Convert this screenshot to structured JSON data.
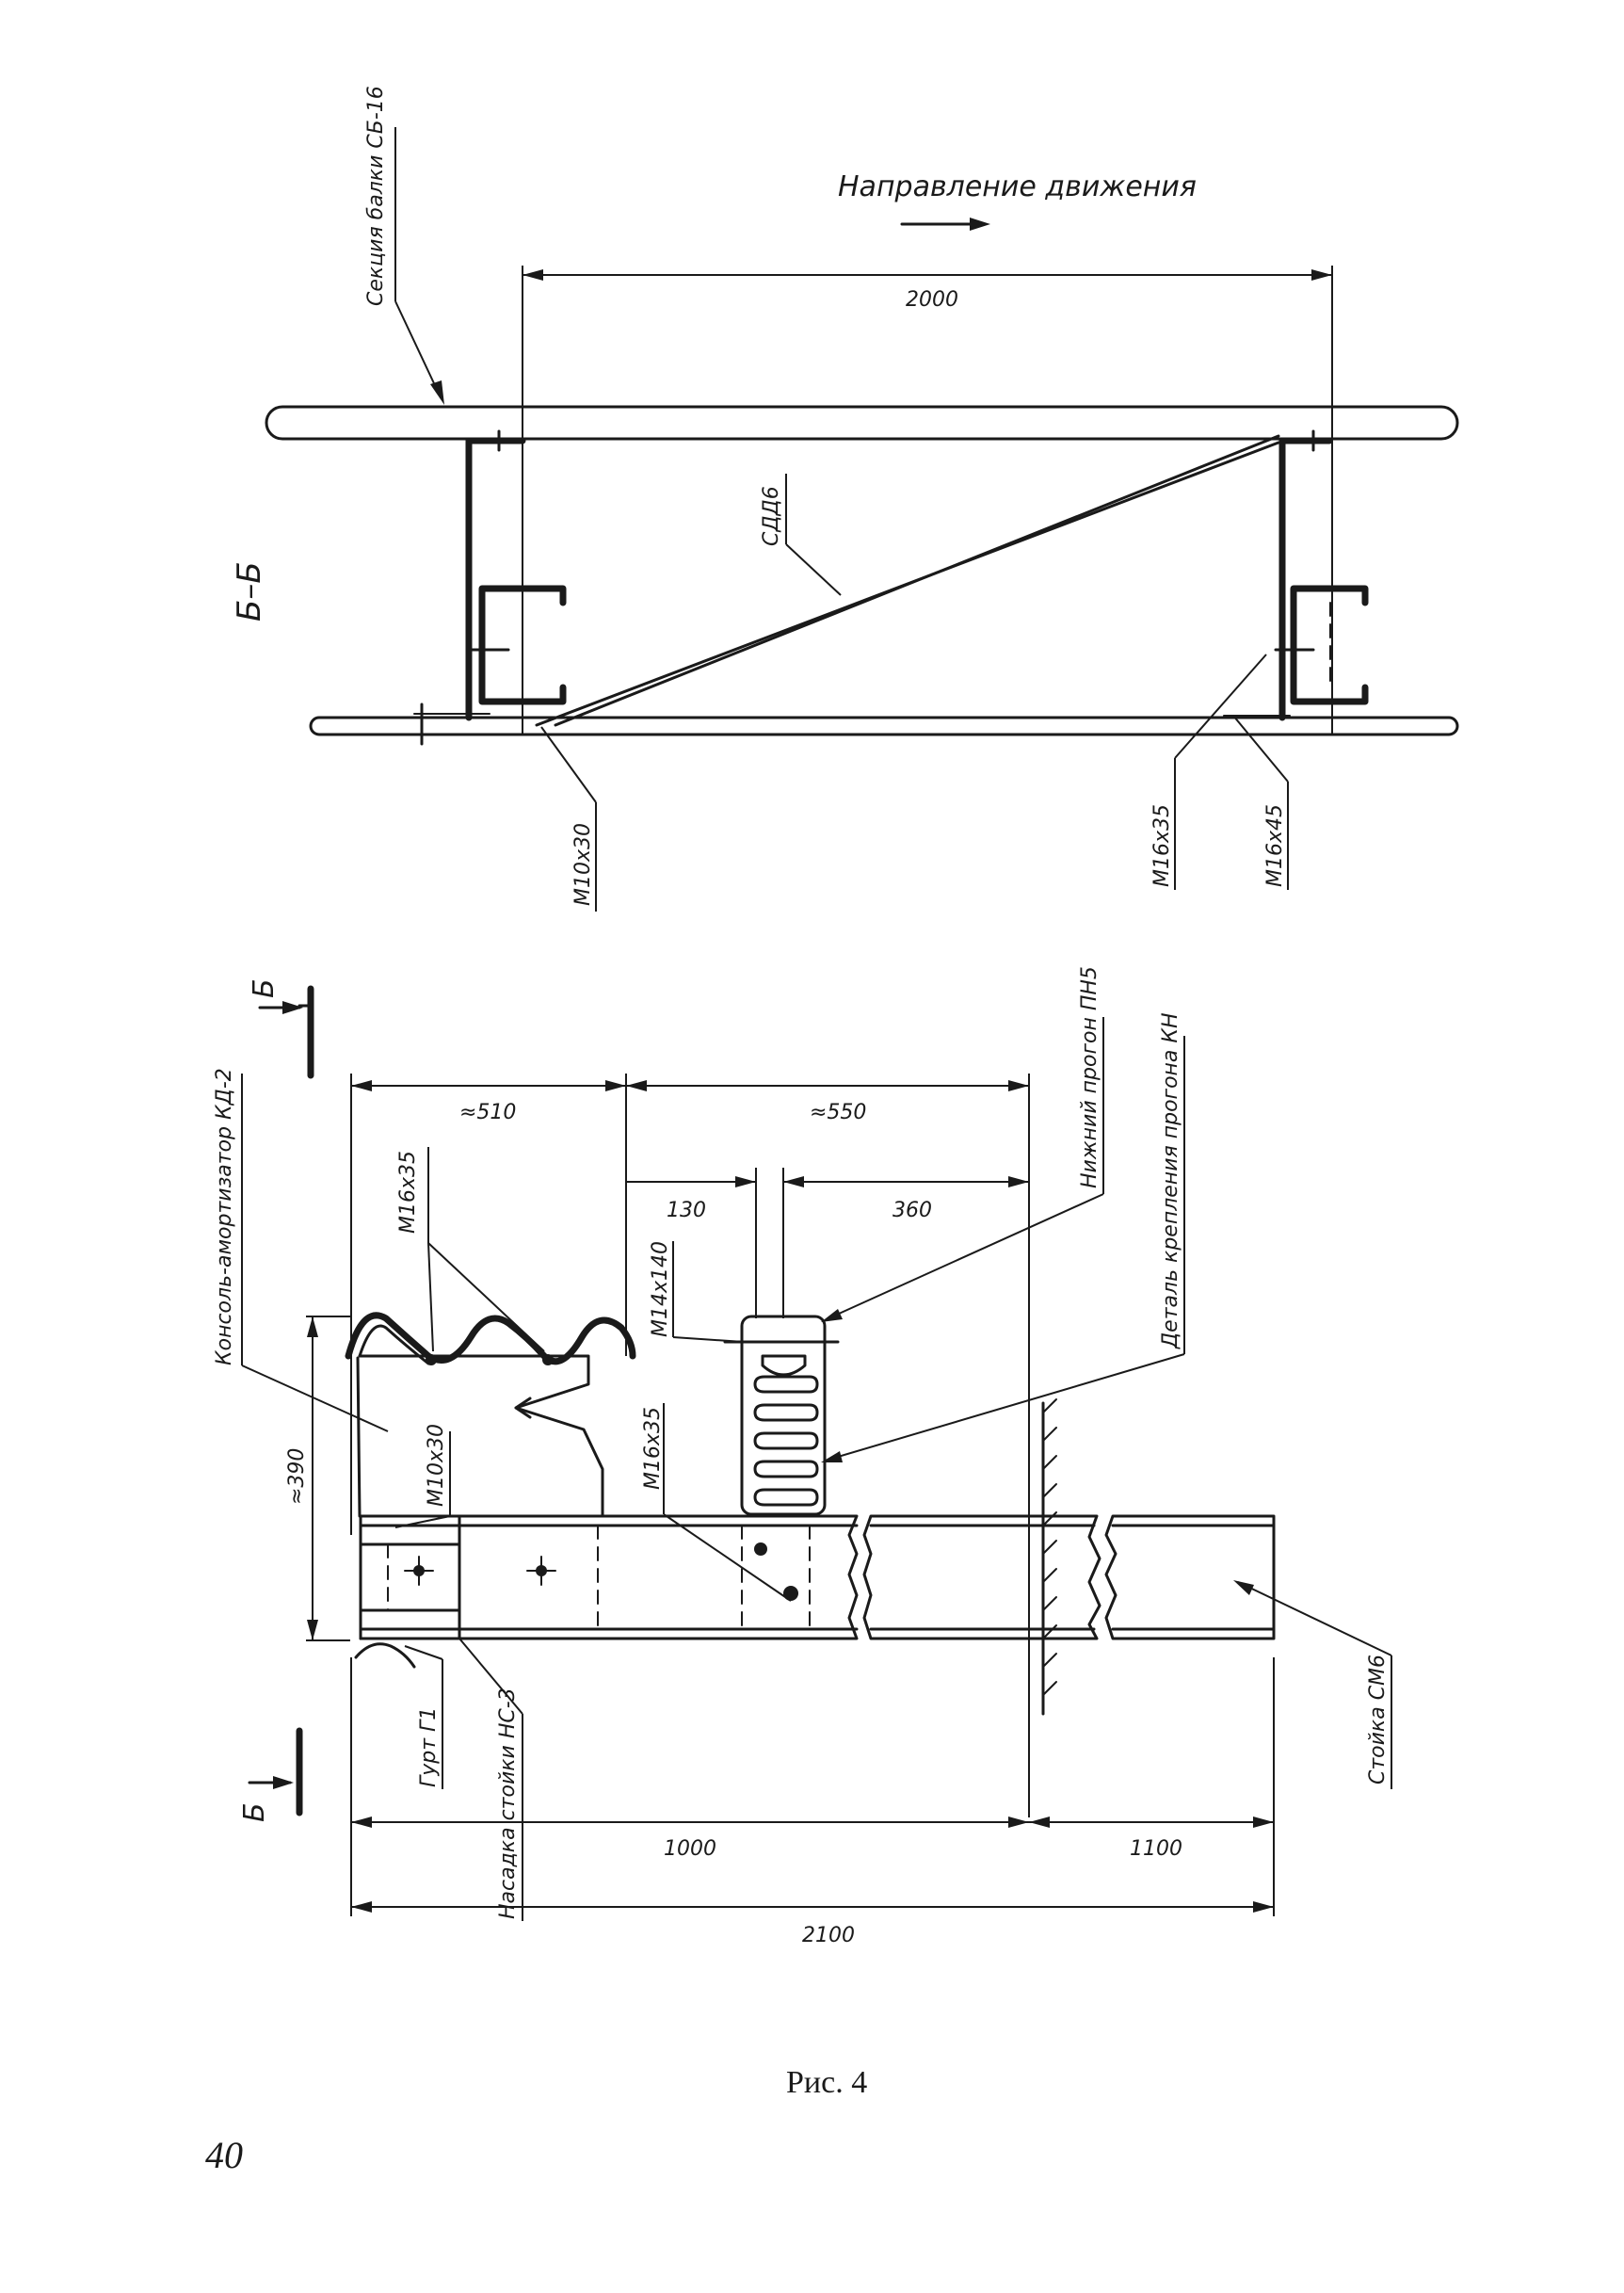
{
  "top_view": {
    "direction_label": "Направление движения",
    "section_label": "Б–Б",
    "beam_label": "Секция балки СБ-16",
    "brace_label": "СДД6",
    "dim_2000": "2000",
    "bolt_m10x30": "М10х30",
    "bolt_m16x35": "М16х35",
    "bolt_m16x45": "М16х45"
  },
  "bottom_view": {
    "cut_mark": "Б",
    "cut_mark_bottom": "Б",
    "dim_510": "≈510",
    "dim_550": "≈550",
    "dim_130": "130",
    "dim_360": "360",
    "dim_390": "≈390",
    "dim_1000": "1000",
    "dim_1100": "1100",
    "dim_2100": "2100",
    "console_label": "Консоль-амортизатор КД-2",
    "bolt_m16x35_top": "М16х35",
    "bolt_m10x30": "М10х30",
    "bolt_m14x140": "М14х140",
    "bolt_m16x35_mid": "М16х35",
    "lower_girt_label": "Нижний прогон ПН5",
    "girt_detail_label": "Деталь крепления прогона КН",
    "gurt_label": "Гурт Г1",
    "cap_label": "Насадка стойки НС-3",
    "post_label": "Стойка СМ6"
  },
  "caption": "Рис. 4",
  "page_number": "40"
}
